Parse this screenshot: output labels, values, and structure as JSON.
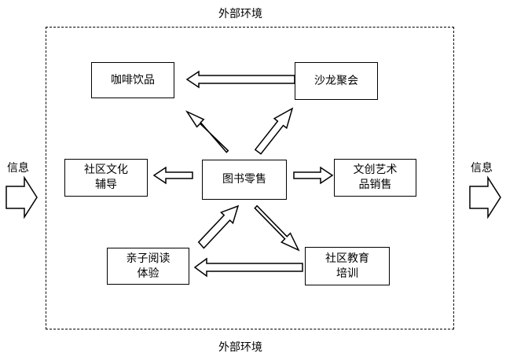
{
  "labels": {
    "env_top": "外部环境",
    "env_bottom": "外部环境",
    "info_left": "信息",
    "info_right": "信息"
  },
  "nodes": {
    "coffee": "咖啡饮品",
    "salon": "沙龙聚会",
    "guidance_line1": "社区文化",
    "guidance_line2": "辅导",
    "books": "图书零售",
    "crafts_line1": "文创艺术",
    "crafts_line2": "品销售",
    "parent_line1": "亲子阅读",
    "parent_line2": "体验",
    "education_line1": "社区教育",
    "education_line2": "培训"
  }
}
